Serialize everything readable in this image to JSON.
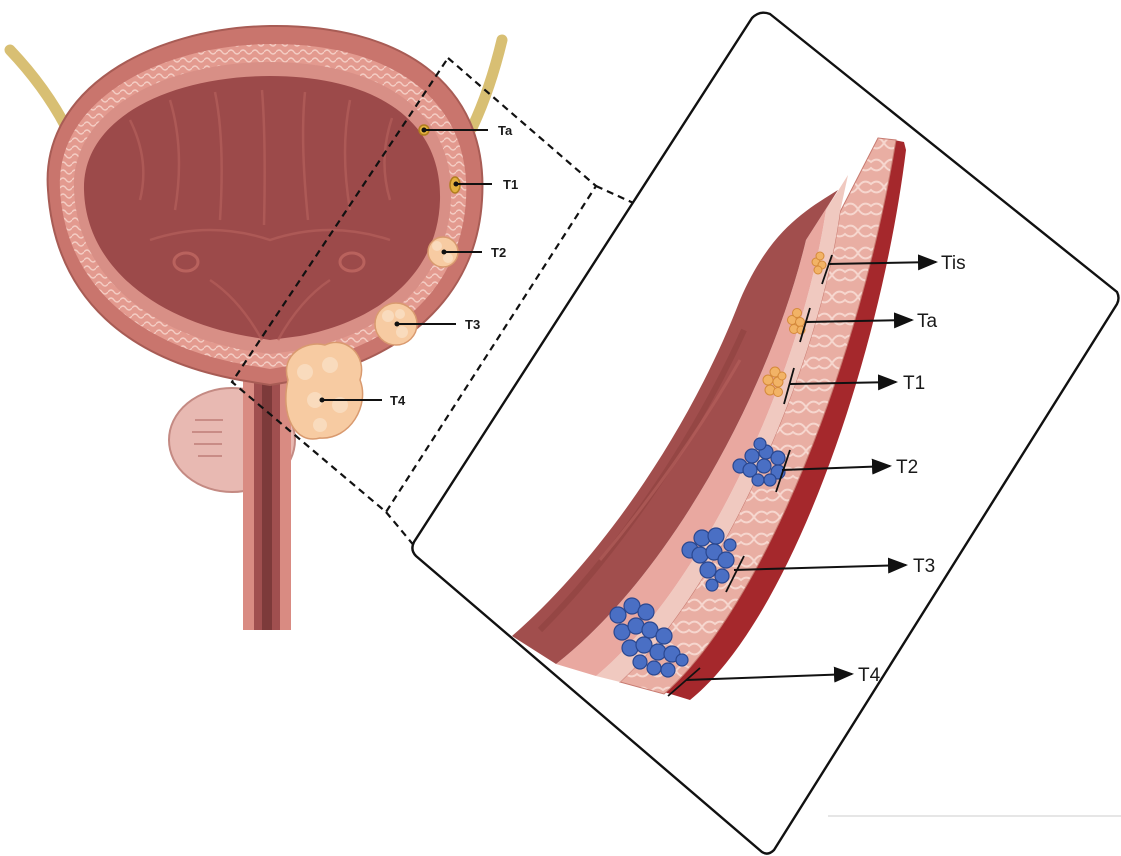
{
  "overview_labels": {
    "ta": "Ta",
    "t1": "T1",
    "t2": "T2",
    "t3": "T3",
    "t4": "T4"
  },
  "inset_labels": {
    "tis": "Tis",
    "ta": "Ta",
    "t1": "T1",
    "t2": "T2",
    "t3": "T3",
    "t4": "T4"
  },
  "colors": {
    "bladder_lumen": "#9c4a4a",
    "bladder_wall": "#c9756d",
    "muscle_layer": "#e7b1a5",
    "ureter": "#d8bf73",
    "prostate": "#e8b9b2",
    "tumor_early": "#f2b366",
    "tumor_overview": "#f7cba2",
    "tumor_invasive": "#3f63b8",
    "serosa": "#a5282c"
  }
}
